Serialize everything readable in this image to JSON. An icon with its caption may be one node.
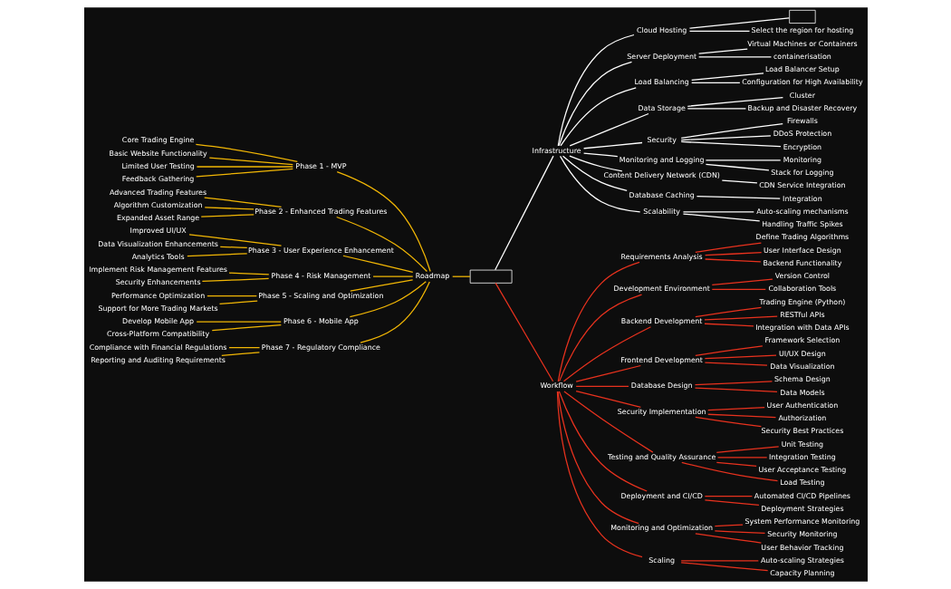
{
  "diagram": {
    "nodes": [
      {
        "text": [],
        "shape": "box"
      },
      {
        "text": [
          "Roadmap"
        ]
      },
      {
        "text": [
          "Phase 1 - MVP"
        ]
      },
      {
        "text": [
          "Core Trading Engine"
        ]
      },
      {
        "text": [
          "Basic Website Functionality"
        ]
      },
      {
        "text": [
          "Limited User Testing"
        ]
      },
      {
        "text": [
          "Feedback Gathering"
        ]
      },
      {
        "text": [
          "Phase 2 - Enhanced Trading Features"
        ]
      },
      {
        "text": [
          "Advanced Trading Features"
        ]
      },
      {
        "text": [
          "Algorithm Customization"
        ]
      },
      {
        "text": [
          "Expanded Asset Range"
        ]
      },
      {
        "text": [
          "Phase 3 - User Experience Enhancement"
        ]
      },
      {
        "text": [
          "Improved UI/UX"
        ]
      },
      {
        "text": [
          "Data Visualization Enhancements"
        ]
      },
      {
        "text": [
          "Analytics Tools"
        ]
      },
      {
        "text": [
          "Phase 4 - Risk Management"
        ]
      },
      {
        "text": [
          "Implement Risk Management Features"
        ]
      },
      {
        "text": [
          "Security Enhancements"
        ]
      },
      {
        "text": [
          "Phase 5 - Scaling and Optimization"
        ]
      },
      {
        "text": [
          "Performance Optimization"
        ]
      },
      {
        "text": [
          "Support for More Trading Markets"
        ]
      },
      {
        "text": [
          "Phase 6 - Mobile App"
        ]
      },
      {
        "text": [
          "Develop Mobile App"
        ]
      },
      {
        "text": [
          "Cross-Platform Compatibility"
        ]
      },
      {
        "text": [
          "Phase 7 - Regulatory Compliance"
        ]
      },
      {
        "text": [
          "Compliance with Financial Regulations"
        ]
      },
      {
        "text": [
          "Reporting and Auditing Requirements"
        ]
      },
      {
        "text": [
          "Infrastructure"
        ]
      },
      {
        "text": [
          "Cloud Hosting"
        ]
      },
      {
        "text": [],
        "shape": "box"
      },
      {
        "text": [
          "Select the region for hosting"
        ]
      },
      {
        "text": [
          "Server Deployment"
        ]
      },
      {
        "text": [
          "Virtual Machines or Containers"
        ]
      },
      {
        "text": [
          "containerisation"
        ]
      },
      {
        "text": [
          "Load Balancing"
        ]
      },
      {
        "text": [
          "Load Balancer Setup"
        ]
      },
      {
        "text": [
          "Configuration for High Availability"
        ]
      },
      {
        "text": [
          "Data Storage"
        ]
      },
      {
        "text": [
          "Cluster"
        ]
      },
      {
        "text": [
          "Backup and Disaster Recovery"
        ]
      },
      {
        "text": [
          "Security"
        ]
      },
      {
        "text": [
          "Firewalls"
        ]
      },
      {
        "text": [
          "DDoS Protection"
        ]
      },
      {
        "text": [
          "Encryption"
        ]
      },
      {
        "text": [
          "Monitoring and Logging"
        ]
      },
      {
        "text": [
          "Monitoring"
        ]
      },
      {
        "text": [
          "Stack for Logging"
        ]
      },
      {
        "text": [
          "Content Delivery Network (CDN)"
        ]
      },
      {
        "text": [
          "CDN Service Integration"
        ]
      },
      {
        "text": [
          "Database Caching"
        ]
      },
      {
        "text": [
          "Integration"
        ]
      },
      {
        "text": [
          "Scalability"
        ]
      },
      {
        "text": [
          "Auto-scaling mechanisms"
        ]
      },
      {
        "text": [
          "Handling Traffic Spikes"
        ]
      },
      {
        "text": [
          "Workflow"
        ]
      },
      {
        "text": [
          "Requirements Analysis"
        ]
      },
      {
        "text": [
          "Define Trading Algorithms"
        ]
      },
      {
        "text": [
          "User Interface Design"
        ]
      },
      {
        "text": [
          "Backend Functionality"
        ]
      },
      {
        "text": [
          "Development Environment"
        ]
      },
      {
        "text": [
          "Version Control"
        ]
      },
      {
        "text": [
          "Collaboration Tools"
        ]
      },
      {
        "text": [
          "Backend Development"
        ]
      },
      {
        "text": [
          "Trading Engine (Python)"
        ]
      },
      {
        "text": [
          "RESTful APIs"
        ]
      },
      {
        "text": [
          "Integration with Data APIs"
        ]
      },
      {
        "text": [
          "Frontend Development"
        ]
      },
      {
        "text": [
          "Framework Selection"
        ]
      },
      {
        "text": [
          "UI/UX Design"
        ]
      },
      {
        "text": [
          "Data Visualization"
        ]
      },
      {
        "text": [
          "Database Design"
        ]
      },
      {
        "text": [
          "Schema Design"
        ]
      },
      {
        "text": [
          "Data Models"
        ]
      },
      {
        "text": [
          "Security Implementation"
        ]
      },
      {
        "text": [
          "User Authentication"
        ]
      },
      {
        "text": [
          "Authorization"
        ]
      },
      {
        "text": [
          "Security Best Practices"
        ]
      },
      {
        "text": [
          "Testing and Quality Assurance"
        ]
      },
      {
        "text": [
          "Unit Testing"
        ]
      },
      {
        "text": [
          "Integration Testing"
        ]
      },
      {
        "text": [
          "User Acceptance Testing"
        ]
      },
      {
        "text": [
          "Load Testing"
        ]
      },
      {
        "text": [
          "Deployment and CI/CD"
        ]
      },
      {
        "text": [
          "Automated CI/CD Pipelines"
        ]
      },
      {
        "text": [
          "Deployment Strategies"
        ]
      },
      {
        "text": [
          "Monitoring and Optimization"
        ]
      },
      {
        "text": [
          "System Performance Monitoring"
        ]
      },
      {
        "text": [
          "Security Monitoring"
        ]
      },
      {
        "text": [
          "User Behavior Tracking"
        ]
      },
      {
        "text": [
          "Scaling"
        ]
      },
      {
        "text": [
          "Auto-scaling Strategies"
        ]
      },
      {
        "text": [
          "Capacity Planning"
        ]
      }
    ],
    "edges": [
      {
        "from": 0,
        "to": 1,
        "arrow": "none",
        "color": "#f2b705"
      },
      {
        "from": 1,
        "to": 2,
        "arrow": "none",
        "color": "#f2b705"
      },
      {
        "from": 2,
        "to": 3,
        "arrow": "none",
        "color": "#f2b705"
      },
      {
        "from": 2,
        "to": 4,
        "arrow": "none",
        "color": "#f2b705"
      },
      {
        "from": 2,
        "to": 5,
        "arrow": "none",
        "color": "#f2b705"
      },
      {
        "from": 2,
        "to": 6,
        "arrow": "none",
        "color": "#f2b705"
      },
      {
        "from": 1,
        "to": 7,
        "arrow": "none",
        "color": "#f2b705"
      },
      {
        "from": 7,
        "to": 8,
        "arrow": "none",
        "color": "#f2b705"
      },
      {
        "from": 7,
        "to": 9,
        "arrow": "none",
        "color": "#f2b705"
      },
      {
        "from": 7,
        "to": 10,
        "arrow": "none",
        "color": "#f2b705"
      },
      {
        "from": 1,
        "to": 11,
        "arrow": "none",
        "color": "#f2b705"
      },
      {
        "from": 11,
        "to": 12,
        "arrow": "none",
        "color": "#f2b705"
      },
      {
        "from": 11,
        "to": 13,
        "arrow": "none",
        "color": "#f2b705"
      },
      {
        "from": 11,
        "to": 14,
        "arrow": "none",
        "color": "#f2b705"
      },
      {
        "from": 1,
        "to": 15,
        "arrow": "none",
        "color": "#f2b705"
      },
      {
        "from": 15,
        "to": 16,
        "arrow": "none",
        "color": "#f2b705"
      },
      {
        "from": 15,
        "to": 17,
        "arrow": "none",
        "color": "#f2b705"
      },
      {
        "from": 1,
        "to": 18,
        "arrow": "none",
        "color": "#f2b705"
      },
      {
        "from": 18,
        "to": 19,
        "arrow": "none",
        "color": "#f2b705"
      },
      {
        "from": 18,
        "to": 20,
        "arrow": "none",
        "color": "#f2b705"
      },
      {
        "from": 1,
        "to": 21,
        "arrow": "none",
        "color": "#f2b705"
      },
      {
        "from": 21,
        "to": 22,
        "arrow": "none",
        "color": "#f2b705"
      },
      {
        "from": 21,
        "to": 23,
        "arrow": "none",
        "color": "#f2b705"
      },
      {
        "from": 1,
        "to": 24,
        "arrow": "none",
        "color": "#f2b705"
      },
      {
        "from": 24,
        "to": 25,
        "arrow": "none",
        "color": "#f2b705"
      },
      {
        "from": 24,
        "to": 26,
        "arrow": "none",
        "color": "#f2b705"
      },
      {
        "from": 0,
        "to": 27,
        "arrow": "none",
        "color": "#ffffff"
      },
      {
        "from": 27,
        "to": 28,
        "arrow": "none",
        "color": "#ffffff"
      },
      {
        "from": 28,
        "to": 29,
        "arrow": "none",
        "color": "#ffffff"
      },
      {
        "from": 28,
        "to": 30,
        "arrow": "none",
        "color": "#ffffff"
      },
      {
        "from": 27,
        "to": 31,
        "arrow": "none",
        "color": "#ffffff"
      },
      {
        "from": 31,
        "to": 32,
        "arrow": "none",
        "color": "#ffffff"
      },
      {
        "from": 31,
        "to": 33,
        "arrow": "none",
        "color": "#ffffff"
      },
      {
        "from": 27,
        "to": 34,
        "arrow": "none",
        "color": "#ffffff"
      },
      {
        "from": 34,
        "to": 35,
        "arrow": "none",
        "color": "#ffffff"
      },
      {
        "from": 34,
        "to": 36,
        "arrow": "none",
        "color": "#ffffff"
      },
      {
        "from": 27,
        "to": 37,
        "arrow": "none",
        "color": "#ffffff"
      },
      {
        "from": 37,
        "to": 38,
        "arrow": "none",
        "color": "#ffffff"
      },
      {
        "from": 37,
        "to": 39,
        "arrow": "none",
        "color": "#ffffff"
      },
      {
        "from": 27,
        "to": 40,
        "arrow": "none",
        "color": "#ffffff"
      },
      {
        "from": 40,
        "to": 41,
        "arrow": "none",
        "color": "#ffffff"
      },
      {
        "from": 40,
        "to": 42,
        "arrow": "none",
        "color": "#ffffff"
      },
      {
        "from": 40,
        "to": 43,
        "arrow": "none",
        "color": "#ffffff"
      },
      {
        "from": 27,
        "to": 44,
        "arrow": "none",
        "color": "#ffffff"
      },
      {
        "from": 44,
        "to": 45,
        "arrow": "none",
        "color": "#ffffff"
      },
      {
        "from": 44,
        "to": 46,
        "arrow": "none",
        "color": "#ffffff"
      },
      {
        "from": 27,
        "to": 47,
        "arrow": "none",
        "color": "#ffffff"
      },
      {
        "from": 47,
        "to": 48,
        "arrow": "none",
        "color": "#ffffff"
      },
      {
        "from": 27,
        "to": 49,
        "arrow": "none",
        "color": "#ffffff"
      },
      {
        "from": 49,
        "to": 50,
        "arrow": "none",
        "color": "#ffffff"
      },
      {
        "from": 27,
        "to": 51,
        "arrow": "none",
        "color": "#ffffff"
      },
      {
        "from": 51,
        "to": 52,
        "arrow": "none",
        "color": "#ffffff"
      },
      {
        "from": 51,
        "to": 53,
        "arrow": "none",
        "color": "#ffffff"
      },
      {
        "from": 0,
        "to": 54,
        "arrow": "none"
      },
      {
        "from": 54,
        "to": 55,
        "arrow": "none"
      },
      {
        "from": 55,
        "to": 56,
        "arrow": "none"
      },
      {
        "from": 55,
        "to": 57,
        "arrow": "none"
      },
      {
        "from": 55,
        "to": 58,
        "arrow": "none"
      },
      {
        "from": 54,
        "to": 59,
        "arrow": "none"
      },
      {
        "from": 59,
        "to": 60,
        "arrow": "none"
      },
      {
        "from": 59,
        "to": 61,
        "arrow": "none"
      },
      {
        "from": 54,
        "to": 62,
        "arrow": "none"
      },
      {
        "from": 62,
        "to": 63,
        "arrow": "none"
      },
      {
        "from": 62,
        "to": 64,
        "arrow": "none"
      },
      {
        "from": 62,
        "to": 65,
        "arrow": "none"
      },
      {
        "from": 54,
        "to": 66,
        "arrow": "none"
      },
      {
        "from": 66,
        "to": 67,
        "arrow": "none"
      },
      {
        "from": 66,
        "to": 68,
        "arrow": "none"
      },
      {
        "from": 66,
        "to": 69,
        "arrow": "none"
      },
      {
        "from": 54,
        "to": 70,
        "arrow": "none"
      },
      {
        "from": 70,
        "to": 71,
        "arrow": "none"
      },
      {
        "from": 70,
        "to": 72,
        "arrow": "none"
      },
      {
        "from": 54,
        "to": 73,
        "arrow": "none"
      },
      {
        "from": 73,
        "to": 74,
        "arrow": "none"
      },
      {
        "from": 73,
        "to": 75,
        "arrow": "none"
      },
      {
        "from": 73,
        "to": 76,
        "arrow": "none"
      },
      {
        "from": 54,
        "to": 77,
        "arrow": "none"
      },
      {
        "from": 77,
        "to": 78,
        "arrow": "none"
      },
      {
        "from": 77,
        "to": 79,
        "arrow": "none"
      },
      {
        "from": 77,
        "to": 80,
        "arrow": "none"
      },
      {
        "from": 77,
        "to": 81,
        "arrow": "none"
      },
      {
        "from": 54,
        "to": 82,
        "arrow": "none"
      },
      {
        "from": 82,
        "to": 83,
        "arrow": "none"
      },
      {
        "from": 82,
        "to": 84,
        "arrow": "none"
      },
      {
        "from": 54,
        "to": 85,
        "arrow": "none"
      },
      {
        "from": 85,
        "to": 86,
        "arrow": "none"
      },
      {
        "from": 85,
        "to": 87,
        "arrow": "none"
      },
      {
        "from": 85,
        "to": 88,
        "arrow": "none"
      },
      {
        "from": 54,
        "to": 89,
        "arrow": "none"
      },
      {
        "from": 89,
        "to": 90,
        "arrow": "none"
      },
      {
        "from": 89,
        "to": 91,
        "arrow": "none"
      }
    ]
  }
}
